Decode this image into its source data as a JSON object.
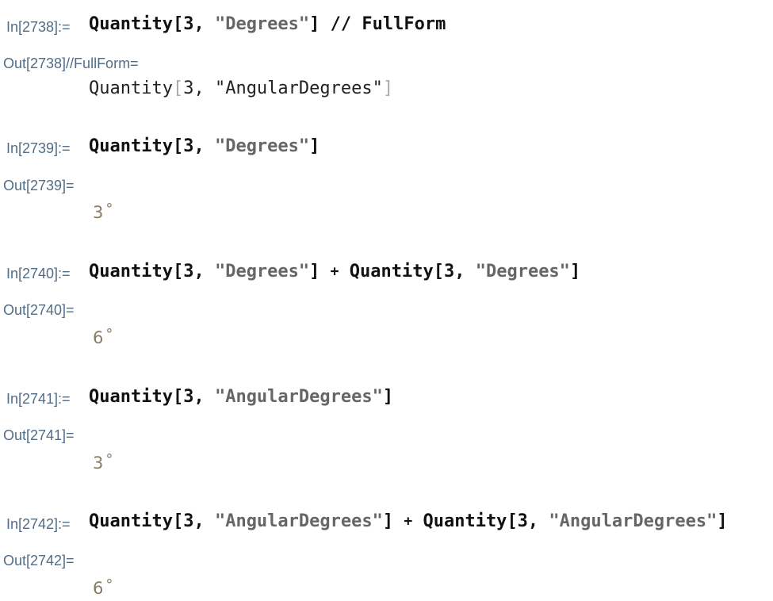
{
  "cells": [
    {
      "in_label": "In[2738]:=",
      "input_parts": {
        "a": "Quantity",
        "b": "[3, ",
        "c": "\"Degrees\"",
        "d": "] // FullForm"
      },
      "out_label": "Out[2738]//FullForm=",
      "output_parts": {
        "a": "Quantity",
        "b": "[",
        "c": "3, \"AngularDegrees\"",
        "d": "]"
      }
    },
    {
      "in_label": "In[2739]:=",
      "input_parts": {
        "a": "Quantity",
        "b": "[3, ",
        "c": "\"Degrees\"",
        "d": "]"
      },
      "out_label": "Out[2739]=",
      "output_value": "3",
      "output_unit": "°"
    },
    {
      "in_label": "In[2740]:=",
      "input_parts": {
        "a": "Quantity",
        "b": "[3, ",
        "c": "\"Degrees\"",
        "d": "]",
        "op": "+",
        "e": "Quantity",
        "f": "[3, ",
        "g": "\"Degrees\"",
        "h": "]"
      },
      "out_label": "Out[2740]=",
      "output_value": "6",
      "output_unit": "°"
    },
    {
      "in_label": "In[2741]:=",
      "input_parts": {
        "a": "Quantity",
        "b": "[3, ",
        "c": "\"AngularDegrees\"",
        "d": "]"
      },
      "out_label": "Out[2741]=",
      "output_value": "3",
      "output_unit": "°"
    },
    {
      "in_label": "In[2742]:=",
      "input_parts": {
        "a": "Quantity",
        "b": "[3, ",
        "c": "\"AngularDegrees\"",
        "d": "]",
        "op": "+",
        "e": "Quantity",
        "f": "[3, ",
        "g": "\"AngularDegrees\"",
        "h": "]"
      },
      "out_label": "Out[2742]=",
      "output_value": "6",
      "output_unit": "°"
    }
  ]
}
